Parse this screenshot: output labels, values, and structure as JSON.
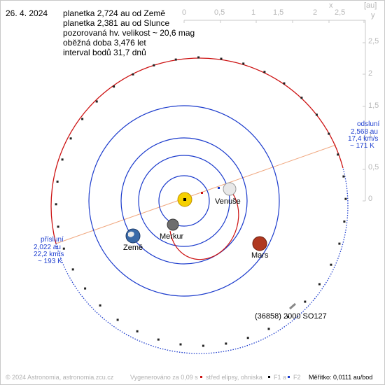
{
  "header": {
    "date": "26. 4. 2024",
    "info_lines": [
      "planetka 2,724 au od Země",
      "planetka 2,381 au od Slunce",
      "pozorovaná hv. velikost ~ 20,6 mag",
      "oběžná doba 3,476 let",
      "interval bodů 31,7 dnů"
    ]
  },
  "axes": {
    "x_ticks": [
      "0",
      "0,5",
      "1",
      "1,5",
      "2",
      "2,5"
    ],
    "y_ticks": [
      "2,5",
      "2",
      "1,5",
      "1",
      "0,5",
      "0"
    ],
    "x_label": "x",
    "unit_label": "[au]",
    "y_label": "y"
  },
  "aphelion": {
    "title": "odsluní",
    "distance": "2,568 au",
    "speed": "17,4 km/s",
    "temperature": "~ 171 K"
  },
  "perihelion": {
    "title": "přísluní",
    "distance": "2,022 au",
    "speed": "22,2 km/s",
    "temperature": "~ 193 K"
  },
  "planets": {
    "venus": "Venuše",
    "earth": "Země",
    "mercury": "Merkur",
    "mars": "Mars"
  },
  "asteroid": {
    "name": "(36858) 2000 SO127"
  },
  "footer": {
    "copyright": "© 2024 Astronomia, astronomia.zcu.cz",
    "generated": "Vygenerováno za 0,09 s",
    "legend_center": "střed elipsy, ohniska",
    "legend_f1": "F1 a",
    "legend_f2": "F2",
    "scale": "Měřítko: 0,0111 au/bod"
  },
  "colors": {
    "asteroid_orbit": "#cc1111",
    "planet_orbit": "#1a3acc",
    "apsis_line": "#f0a880",
    "sun": "#f5d000",
    "mars": "#b03820",
    "venus": "#e0e0e0",
    "mercury": "#707070",
    "earth": "#3a6aa8"
  }
}
